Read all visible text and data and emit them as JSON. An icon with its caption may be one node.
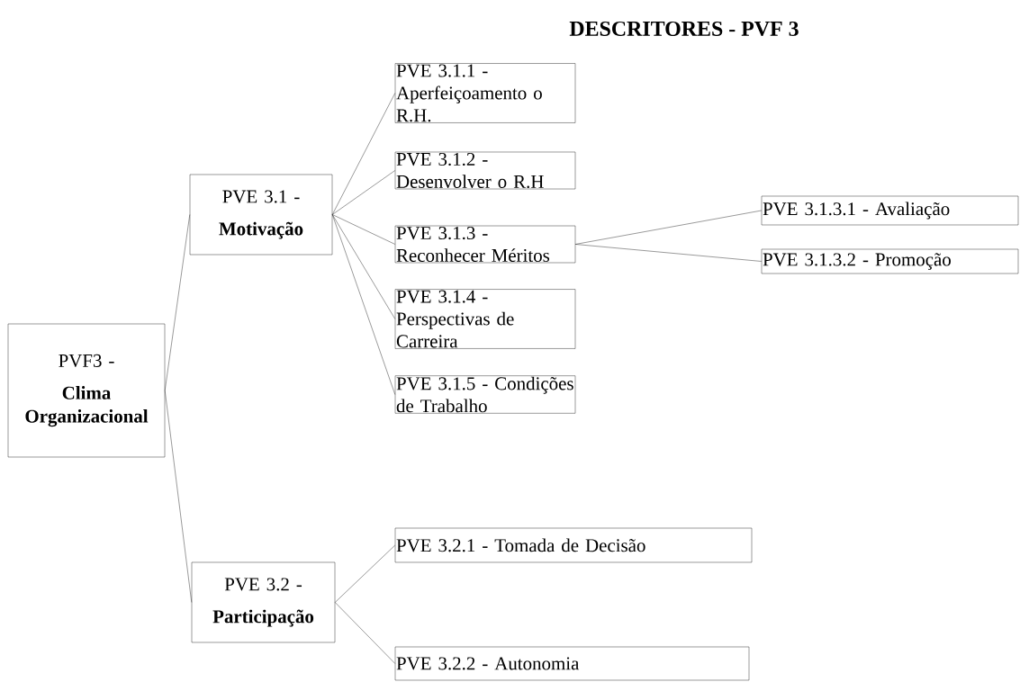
{
  "diagram": {
    "title": "DESCRITORES - PVF 3",
    "nodes": [
      {
        "text": [
          "PVF3 -",
          "Clima Organizacional"
        ]
      },
      {
        "text": [
          "PVE 3.1 -",
          "Motivação"
        ]
      },
      {
        "text": [
          "PVE 3.1.1 - Aperfeiçoamento o R.H."
        ]
      },
      {
        "text": [
          "PVE 3.1.2 - Desenvolver o R.H"
        ]
      },
      {
        "text": [
          "PVE 3.1.3 - Reconhecer Méritos"
        ]
      },
      {
        "text": [
          "PVE 3.1.3.1 - Avaliação"
        ]
      },
      {
        "text": [
          "PVE 3.1.3.2 - Promoção"
        ]
      },
      {
        "text": [
          "PVE 3.1.4 - Perspectivas de Carreira"
        ]
      },
      {
        "text": [
          "PVE 3.1.5 - Condições de Trabalho"
        ]
      },
      {
        "text": [
          "PVE 3.2 -",
          "Participação"
        ]
      },
      {
        "text": [
          "PVE 3.2.1 - Tomada de Decisão"
        ]
      },
      {
        "text": [
          "PVE 3.2.2 - Autonomia"
        ]
      }
    ],
    "edges": [
      {
        "from": 0,
        "to": 1,
        "arrow": "none"
      },
      {
        "from": 0,
        "to": 9,
        "arrow": "none"
      },
      {
        "from": 1,
        "to": 2,
        "arrow": "none"
      },
      {
        "from": 1,
        "to": 3,
        "arrow": "none"
      },
      {
        "from": 1,
        "to": 4,
        "arrow": "none"
      },
      {
        "from": 1,
        "to": 7,
        "arrow": "none"
      },
      {
        "from": 1,
        "to": 8,
        "arrow": "none"
      },
      {
        "from": 4,
        "to": 5,
        "arrow": "none"
      },
      {
        "from": 4,
        "to": 6,
        "arrow": "none"
      },
      {
        "from": 9,
        "to": 10,
        "arrow": "none"
      },
      {
        "from": 9,
        "to": 11,
        "arrow": "none"
      }
    ]
  }
}
